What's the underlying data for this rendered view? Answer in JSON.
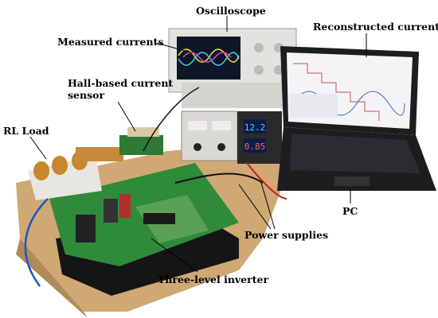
{
  "labels": {
    "oscilloscope": "Oscilloscope",
    "reconstructed_currents": "Reconstructed currents",
    "measured_currents": "Measured currents",
    "hall_sensor": "Hall-based current sensor",
    "rl_load": "RL Load",
    "pc": "PC",
    "power_supplies": "Power supplies",
    "three_level_inverter": "Three-level inverter"
  },
  "displays": {
    "supply_voltage": "12.2",
    "supply_current": "0.85"
  },
  "colors": {
    "table_wood": "#cfa874",
    "pcb_green": "#2f8a3a",
    "laptop_body": "#1d1d1f",
    "oscilloscope_body": "#e2e2de",
    "callout_line": "#000000"
  }
}
